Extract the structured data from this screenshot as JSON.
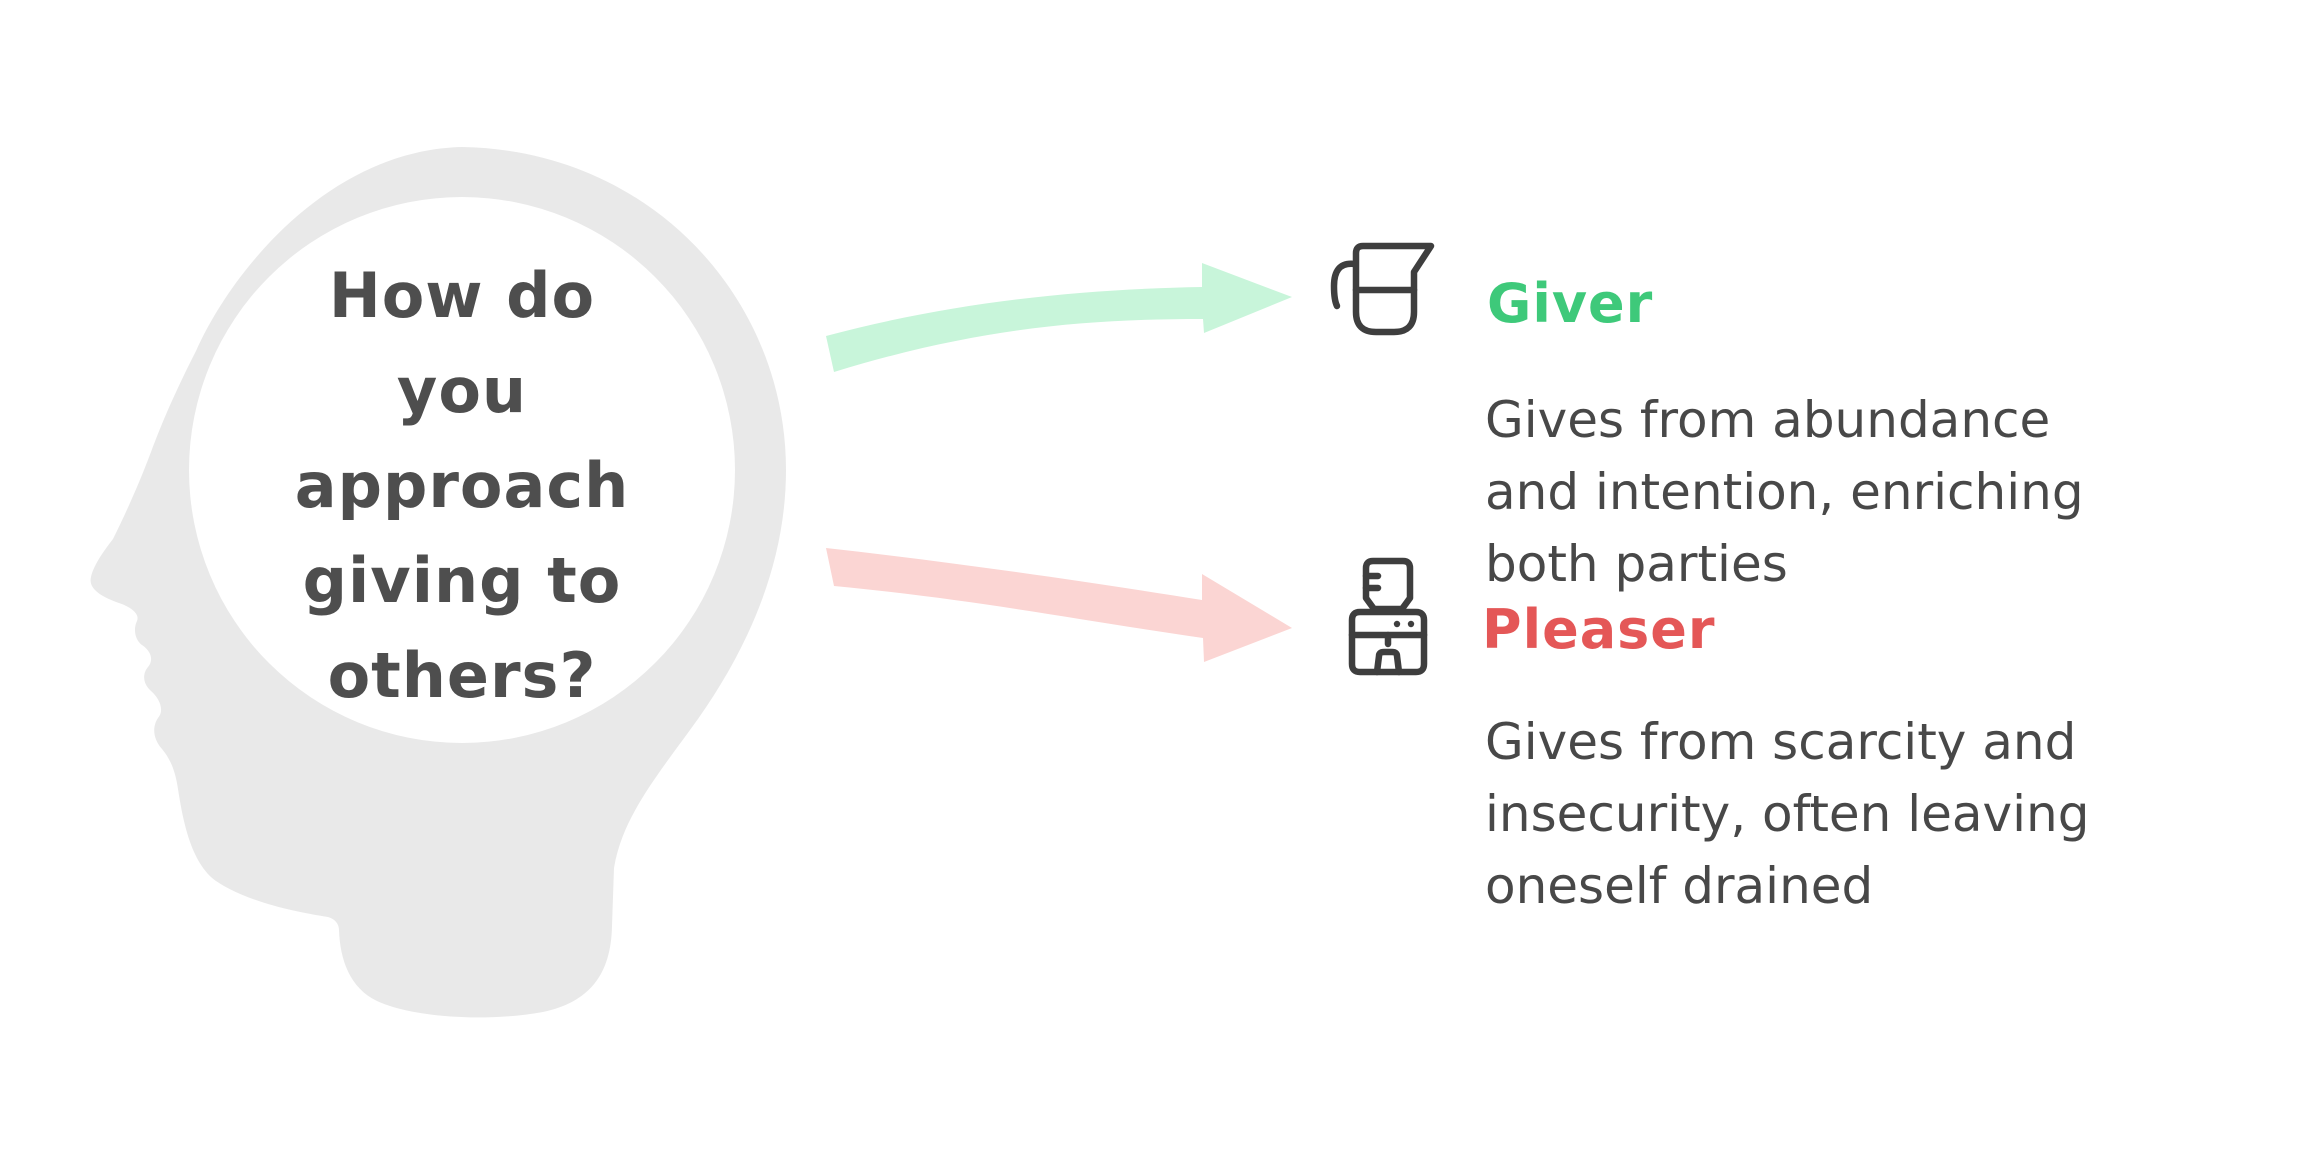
{
  "question": {
    "text": "How do you approach giving to others?",
    "lines": [
      "How do",
      "you",
      "approach",
      "giving to",
      "others?"
    ]
  },
  "giver": {
    "label": "Giver",
    "description": "Gives from abundance and intention, enriching both parties",
    "description_lines": [
      "Gives from abundance",
      "and intention, enriching",
      "both parties"
    ],
    "icon": "pitcher-icon",
    "label_color": "#3ec97a",
    "arrow_color": "#c8f5da"
  },
  "pleaser": {
    "label": "Pleaser",
    "description": "Gives from scarcity and insecurity, often leaving oneself drained",
    "description_lines": [
      "Gives from scarcity and",
      "insecurity, often leaving",
      "oneself drained"
    ],
    "icon": "water-cooler-icon",
    "label_color": "#e45757",
    "arrow_color": "#fbd5d3"
  },
  "colors": {
    "background": "#ffffff",
    "head_silhouette": "#e9e9e9",
    "thought_circle": "#ffffff",
    "question_text": "#4e4e4e",
    "description_text": "#484848",
    "icon_stroke": "#3e3e3e",
    "giver_arrow": "#c8f5da",
    "pleaser_arrow": "#fbd5d3"
  }
}
